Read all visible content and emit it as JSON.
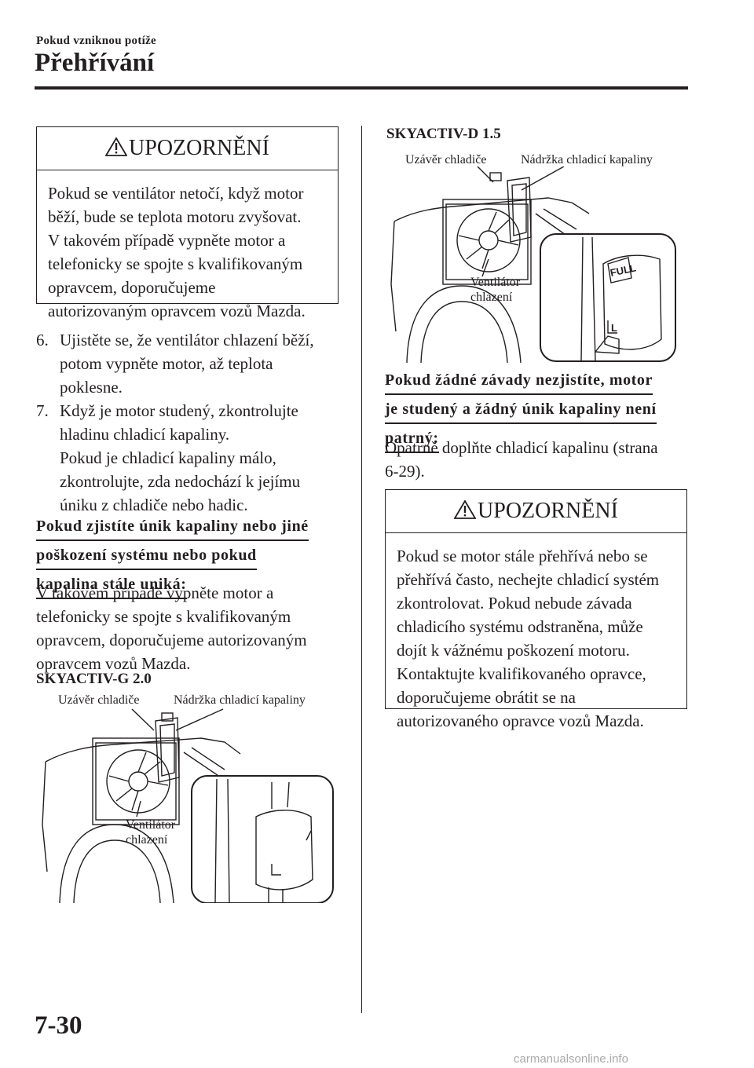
{
  "header": {
    "section": "Pokud vzniknou potíže",
    "title": "Přehřívání"
  },
  "warning1": {
    "title": "UPOZORNĚNÍ",
    "lines": [
      "Pokud se ventilátor netočí, když motor",
      "běží, bude se teplota motoru zvyšovat.",
      "V takovém případě vypněte motor a",
      "telefonicky se spojte s kvalifikovaným",
      "opravcem, doporučujeme",
      "autorizovaným opravcem vozů Mazda."
    ]
  },
  "steps": [
    {
      "num": "6.",
      "lines": [
        "Ujistěte se, že ventilátor chlazení běží,",
        "potom vypněte motor, až teplota",
        "poklesne."
      ]
    },
    {
      "num": "7.",
      "lines": [
        "Když je motor studený, zkontrolujte",
        "hladinu chladicí kapaliny.",
        "Pokud je chladicí kapaliny málo,",
        "zkontrolujte, zda nedochází k jejímu",
        "úniku z chladiče nebo hadic."
      ]
    }
  ],
  "leak": {
    "heading": [
      "Pokud zjistíte únik kapaliny nebo jiné",
      "poškození systému nebo pokud",
      "kapalina stále uniká:"
    ],
    "lines": [
      "V takovém případě vypněte motor a",
      "telefonicky se spojte s kvalifikovaným",
      "opravcem, doporučujeme autorizovaným",
      "opravcem vozů Mazda."
    ]
  },
  "figure_g": {
    "title": "SKYACTIV-G 2.0",
    "label_cap": "Uzávěr chladiče",
    "label_tank": "Nádržka chladicí kapaliny",
    "label_fan": [
      "Ventilátor",
      "chlazení"
    ]
  },
  "figure_d": {
    "title": "SKYACTIV-D 1.5",
    "label_cap": "Uzávěr chladiče",
    "label_tank": "Nádržka chladicí kapaliny",
    "label_fan": [
      "Ventilátor",
      "chlazení"
    ],
    "tank_mark_full": "FULL",
    "tank_mark_low": "L"
  },
  "noleak": {
    "heading": [
      "Pokud žádné závady nezjistíte, motor",
      "je studený a žádný únik kapaliny není",
      "patrný:"
    ],
    "lines": [
      "Opatrně doplňte chladicí kapalinu (strana",
      "6-29)."
    ]
  },
  "warning2": {
    "title": "UPOZORNĚNÍ",
    "lines": [
      "Pokud se motor stále přehřívá nebo se",
      "přehřívá často, nechejte chladicí systém",
      "zkontrolovat. Pokud nebude závada",
      "chladicího systému odstraněna, může",
      "dojít k vážnému poškození motoru.",
      "Kontaktujte kvalifikovaného opravce,",
      "doporučujeme obrátit se na",
      "autorizovaného opravce vozů Mazda."
    ]
  },
  "footer": {
    "page": "7-30",
    "watermark": "carmanualsonline.info"
  }
}
